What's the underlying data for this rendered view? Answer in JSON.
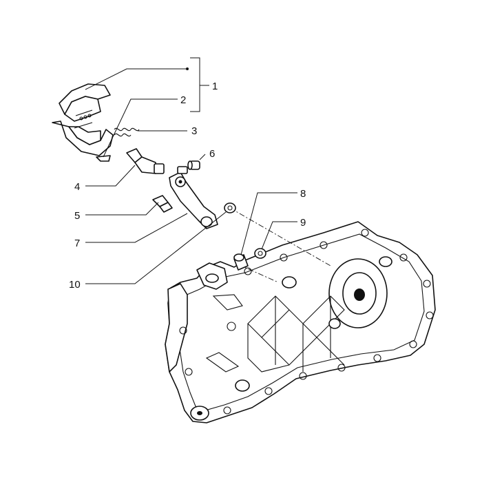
{
  "callouts": [
    {
      "id": "1",
      "label": "1"
    },
    {
      "id": "2",
      "label": "2"
    },
    {
      "id": "3",
      "label": "3"
    },
    {
      "id": "4",
      "label": "4"
    },
    {
      "id": "5",
      "label": "5"
    },
    {
      "id": "6",
      "label": "6"
    },
    {
      "id": "7",
      "label": "7"
    },
    {
      "id": "8",
      "label": "8"
    },
    {
      "id": "9",
      "label": "9"
    },
    {
      "id": "10",
      "label": "10"
    }
  ],
  "parts": [
    {
      "callout": "1",
      "icon": "brake-shoe-pair-icon"
    },
    {
      "callout": "2",
      "icon": "retaining-clip-icon"
    },
    {
      "callout": "3",
      "icon": "return-spring-icon"
    },
    {
      "callout": "4",
      "icon": "brake-cam-shaft-icon"
    },
    {
      "callout": "5",
      "icon": "lever-bolt-icon"
    },
    {
      "callout": "6",
      "icon": "bushing-icon"
    },
    {
      "callout": "7",
      "icon": "brake-lever-icon"
    },
    {
      "callout": "8",
      "icon": "pivot-pin-icon"
    },
    {
      "callout": "9",
      "icon": "washer-icon"
    },
    {
      "callout": "10",
      "icon": "spacer-icon"
    }
  ],
  "assembly": {
    "icon": "engine-crankcase-icon"
  },
  "colors": {
    "line": "#111111",
    "background": "#ffffff"
  }
}
